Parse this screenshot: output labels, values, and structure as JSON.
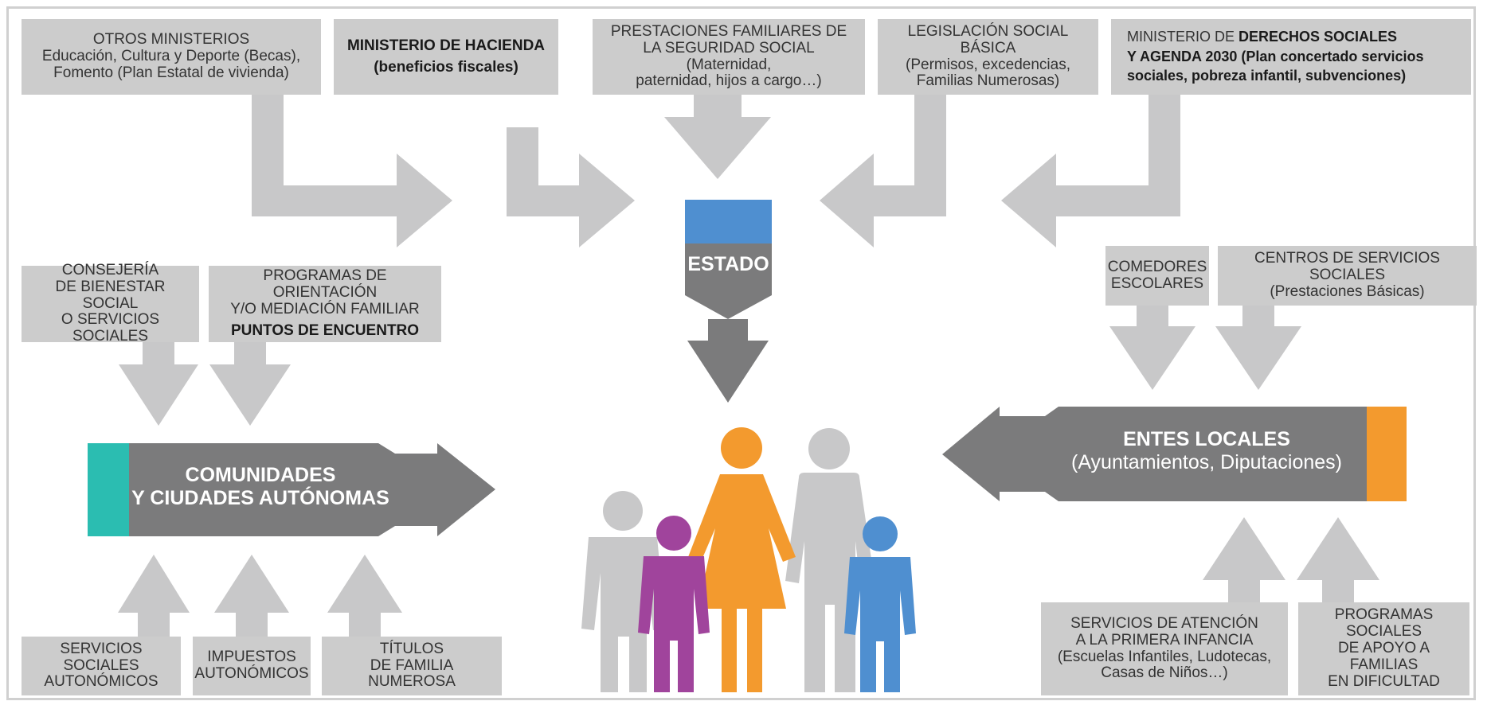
{
  "top_boxes": {
    "otros": {
      "title": "OTROS MINISTERIOS",
      "line2": "Educación, Cultura y Deporte (Becas),",
      "line3": "Fomento (Plan Estatal de vivienda)"
    },
    "hacienda": {
      "title": "MINISTERIO DE HACIENDA",
      "line2": "(beneficios fiscales)"
    },
    "prestaciones": {
      "line1": "PRESTACIONES FAMILIARES DE",
      "line2": "LA SEGURIDAD SOCIAL (Maternidad,",
      "line3": "paternidad, hijos a cargo…)"
    },
    "legislacion": {
      "title": "LEGISLACIÓN SOCIAL BÁSICA",
      "line2": "(Permisos, excedencias,",
      "line3": "Familias Numerosas)"
    },
    "derechos": {
      "line1a": "MINISTERIO DE",
      "line1b": "DERECHOS SOCIALES",
      "line2": "Y AGENDA 2030  (Plan concertado servicios",
      "line3": "sociales, pobreza infantil, subvenciones)"
    }
  },
  "estado": {
    "label": "ESTADO"
  },
  "left_group": {
    "consejeria": {
      "line1": "CONSEJERÍA",
      "line2": "DE BIENESTAR SOCIAL",
      "line3": "O SERVICIOS SOCIALES"
    },
    "programas": {
      "line1": "PROGRAMAS DE ORIENTACIÓN",
      "line2": "Y/O MEDIACIÓN FAMILIAR",
      "line3": "PUNTOS DE ENCUENTRO"
    },
    "comunidades": {
      "line1": "COMUNIDADES",
      "line2": "Y CIUDADES AUTÓNOMAS"
    },
    "servicios_sociales": {
      "line1": "SERVICIOS SOCIALES",
      "line2": "AUTONÓMICOS"
    },
    "impuestos": {
      "line1": "IMPUESTOS",
      "line2": "AUTONÓMICOS"
    },
    "titulos": {
      "line1": "TÍTULOS",
      "line2": "DE FAMILIA NUMEROSA"
    }
  },
  "right_group": {
    "comedores": {
      "line1": "COMEDORES",
      "line2": "ESCOLARES"
    },
    "centros": {
      "line1": "CENTROS DE SERVICIOS SOCIALES",
      "line2": "(Prestaciones Básicas)"
    },
    "entes": {
      "line1": "ENTES LOCALES",
      "line2": "(Ayuntamientos, Diputaciones)"
    },
    "primera_infancia": {
      "line1": "SERVICIOS DE ATENCIÓN",
      "line2": "A LA PRIMERA INFANCIA",
      "line3": "(Escuelas Infantiles, Ludotecas,",
      "line4": "Casas de Niños…)"
    },
    "programas_sociales": {
      "line1": "PROGRAMAS SOCIALES",
      "line2": "DE APOYO A FAMILIAS",
      "line3": "EN DIFICULTAD"
    }
  },
  "colors": {
    "box_gray": "#cccccc",
    "arrow_light": "#c8c8c9",
    "arrow_dark": "#7b7b7c",
    "estado_blue": "#4f8fd0",
    "teal": "#2bbdb1",
    "orange": "#f39a2e",
    "purple": "#a0449c",
    "figure_gray": "#c8c8c9"
  },
  "icons": {
    "family": "family-icon"
  }
}
